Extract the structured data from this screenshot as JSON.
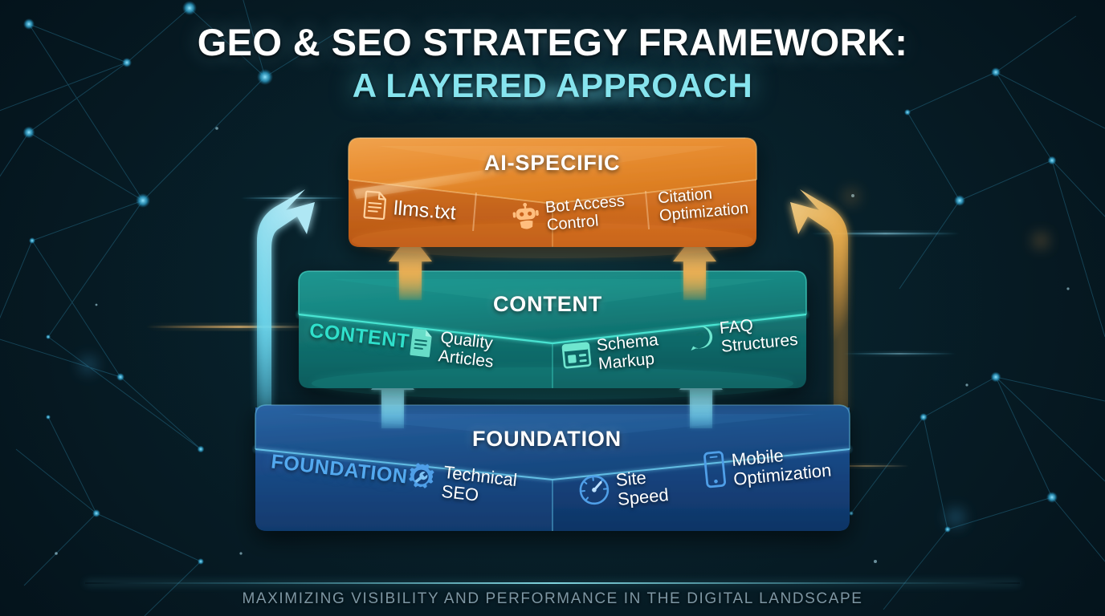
{
  "header": {
    "title_main": "GEO & SEO STRATEGY FRAMEWORK:",
    "title_sub": "A LAYERED APPROACH"
  },
  "footer": {
    "tagline": "MAXIMIZING VISIBILITY AND PERFORMANCE IN THE DIGITAL LANDSCAPE"
  },
  "colors": {
    "background_deep": "#04121a",
    "background_mid": "#0a2530",
    "title_accent": "#86e4ee",
    "layer_top_orange": "#e8903a",
    "layer_top_orange_side": "#c25e1a",
    "layer_mid_teal": "#1a8a84",
    "layer_mid_teal_side": "#11706e",
    "layer_bottom_blue": "#1d5390",
    "layer_bottom_blue_side": "#143f78",
    "arrow_cyan": "#6fe3f5",
    "arrow_amber": "#f5b councils"
  },
  "layers": [
    {
      "id": "ai-specific",
      "title": "AI-SPECIFIC",
      "side_label": "",
      "accent": "#e8903a",
      "items": [
        {
          "label": "llms.txt",
          "icon": "document-icon"
        },
        {
          "label": "Bot Access Control",
          "icon": "robot-icon"
        },
        {
          "label": "Citation Optimization",
          "icon": "none"
        }
      ]
    },
    {
      "id": "content",
      "title": "CONTENT",
      "side_label": "CONTENT",
      "accent": "#3fe0cf",
      "items": [
        {
          "label": "Quality Articles",
          "icon": "article-icon"
        },
        {
          "label": "Schema Markup",
          "icon": "schema-icon"
        },
        {
          "label": "FAQ Structures",
          "icon": "faq-bubble-icon"
        }
      ]
    },
    {
      "id": "foundation",
      "title": "FOUNDATION",
      "side_label": "FOUNDATION",
      "accent": "#4da8f0",
      "items": [
        {
          "label": "Technical SEO",
          "icon": "gear-wrench-icon"
        },
        {
          "label": "Site Speed",
          "icon": "gauge-icon"
        },
        {
          "label": "Mobile Optimization",
          "icon": "smartphone-icon"
        }
      ]
    }
  ],
  "arrows": [
    {
      "name": "left-ascend-arrow",
      "color": "#6fe3f5",
      "direction": "up-right"
    },
    {
      "name": "right-ascend-arrow",
      "color": "#f2b145",
      "direction": "up-left"
    },
    {
      "name": "foundation-to-content-arrow-left",
      "color": "#7fd9f7",
      "direction": "up"
    },
    {
      "name": "foundation-to-content-arrow-right",
      "color": "#7fd9f7",
      "direction": "up"
    },
    {
      "name": "content-to-ai-arrow-left",
      "color": "#f0a93e",
      "direction": "up"
    },
    {
      "name": "content-to-ai-arrow-right",
      "color": "#f0a93e",
      "direction": "up"
    }
  ]
}
